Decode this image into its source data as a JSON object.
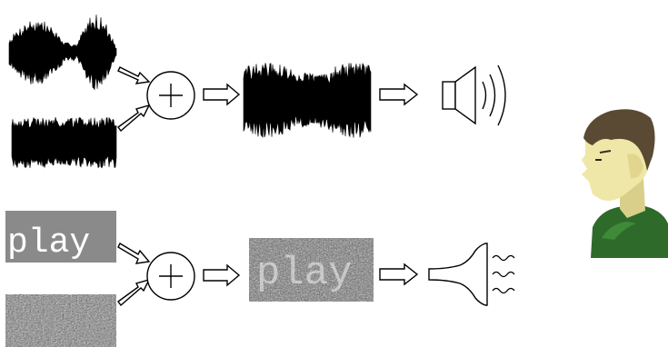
{
  "colors": {
    "ink": "#000000",
    "panel_gray": "#8a8a8a",
    "listener_shirt": "#2e6b2a",
    "listener_skin": "#efe7a8",
    "listener_hair": "#5a4a33"
  },
  "audio_row": {
    "inputs": [
      "speech-waveform",
      "noise-waveform"
    ],
    "operator_icon": "plus-in-circle-icon",
    "output": "noisy-waveform",
    "destination_icon": "loudspeaker-icon"
  },
  "visual_row": {
    "clean_text": "play",
    "inputs": [
      "text-image",
      "noise-image"
    ],
    "operator_icon": "plus-in-circle-icon",
    "output": "noisy-text-image",
    "destination_icon": "trumpet-horn-icon"
  },
  "observer": "listener-icon"
}
